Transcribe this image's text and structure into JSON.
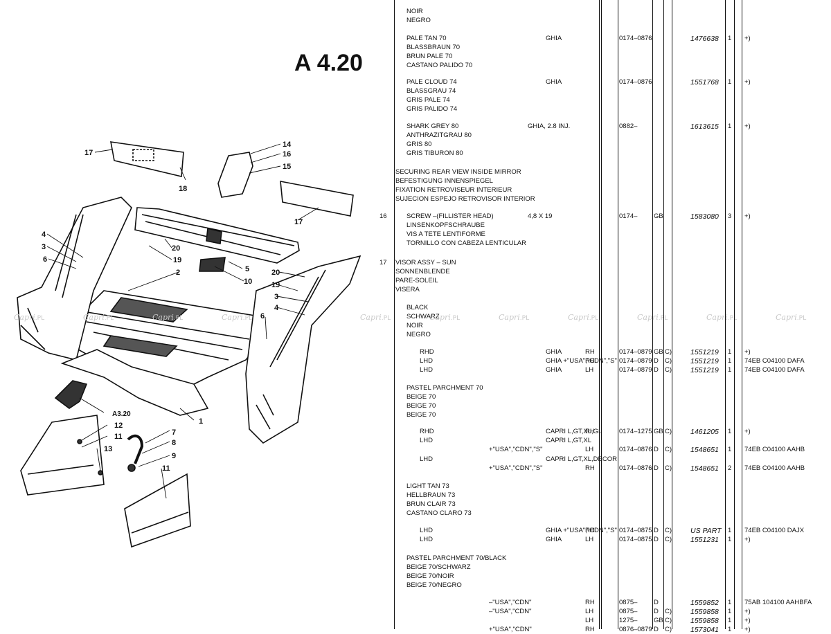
{
  "section_code": "A 4.20",
  "figure_ref": "A3.20",
  "callouts": [
    "1",
    "2",
    "3",
    "4",
    "5",
    "6",
    "7",
    "8",
    "9",
    "10",
    "11",
    "12",
    "13",
    "14",
    "15",
    "16",
    "17",
    "18",
    "19",
    "20"
  ],
  "watermark": {
    "brand": "Capri",
    "suffix": ".PL"
  },
  "parts_list": {
    "lines": [
      {
        "text": "NOIR",
        "col": "desc",
        "row": 0
      },
      {
        "text": "NEGRO",
        "col": "desc",
        "row": 1
      },
      {
        "text": "PALE TAN 70",
        "col": "desc",
        "row": 2
      },
      {
        "text": "GHIA",
        "col": "model",
        "row": 2
      },
      {
        "text": "0174–0876",
        "col": "date",
        "row": 2
      },
      {
        "text": "1476638",
        "col": "partno",
        "row": 2
      },
      {
        "text": "1",
        "col": "qty",
        "row": 2
      },
      {
        "text": "+)",
        "col": "note",
        "row": 2
      },
      {
        "text": "BLASSBRAUN 70",
        "col": "desc",
        "row": 3
      },
      {
        "text": "BRUN PALE 70",
        "col": "desc",
        "row": 4
      },
      {
        "text": "CASTANO PALIDO 70",
        "col": "desc",
        "row": 5
      },
      {
        "text": "PALE CLOUD 74",
        "col": "desc",
        "row": 6
      },
      {
        "text": "GHIA",
        "col": "model",
        "row": 6
      },
      {
        "text": "0174–0876",
        "col": "date",
        "row": 6
      },
      {
        "text": "1551768",
        "col": "partno",
        "row": 6
      },
      {
        "text": "1",
        "col": "qty",
        "row": 6
      },
      {
        "text": "+)",
        "col": "note",
        "row": 6
      },
      {
        "text": "BLASSGRAU 74",
        "col": "desc",
        "row": 7
      },
      {
        "text": "GRIS PALE 74",
        "col": "desc",
        "row": 8
      },
      {
        "text": "GRIS PALIDO 74",
        "col": "desc",
        "row": 9
      },
      {
        "text": "SHARK GREY 80",
        "col": "desc",
        "row": 10
      },
      {
        "text": "GHIA, 2.8 INJ.",
        "col": "model2",
        "row": 10
      },
      {
        "text": "0882–",
        "col": "date",
        "row": 10
      },
      {
        "text": "1613615",
        "col": "partno",
        "row": 10
      },
      {
        "text": "1",
        "col": "qty",
        "row": 10
      },
      {
        "text": "+)",
        "col": "note",
        "row": 10
      },
      {
        "text": "ANTHRAZITGRAU 80",
        "col": "desc",
        "row": 11
      },
      {
        "text": "GRIS 80",
        "col": "desc",
        "row": 12
      },
      {
        "text": "GRIS TIBURON 80",
        "col": "desc",
        "row": 13
      },
      {
        "text": "SECURING REAR VIEW INSIDE MIRROR",
        "col": "head",
        "row": 14
      },
      {
        "text": "BEFESTIGUNG INNENSPIEGEL",
        "col": "head",
        "row": 15
      },
      {
        "text": "FIXATION RETROVISEUR INTERIEUR",
        "col": "head",
        "row": 16
      },
      {
        "text": "SUJECION ESPEJO RETROVISOR INTERIOR",
        "col": "head",
        "row": 17
      },
      {
        "text": "16",
        "col": "ref",
        "row": 18
      },
      {
        "text": "SCREW –(FILLISTER HEAD)",
        "col": "desc",
        "row": 18
      },
      {
        "text": "4,8 X 19",
        "col": "model2",
        "row": 18
      },
      {
        "text": "0174–",
        "col": "date",
        "row": 18
      },
      {
        "text": "GB",
        "col": "cty",
        "row": 18
      },
      {
        "text": "1583080",
        "col": "partno",
        "row": 18
      },
      {
        "text": "3",
        "col": "qty",
        "row": 18
      },
      {
        "text": "+)",
        "col": "note",
        "row": 18
      },
      {
        "text": "LINSENKOPFSCHRAUBE",
        "col": "desc",
        "row": 19
      },
      {
        "text": "VIS A TETE LENTIFORME",
        "col": "desc",
        "row": 20
      },
      {
        "text": "TORNILLO CON CABEZA LENTICULAR",
        "col": "desc",
        "row": 21
      },
      {
        "text": "17",
        "col": "ref",
        "row": 22
      },
      {
        "text": "VISOR ASSY – SUN",
        "col": "head",
        "row": 22
      },
      {
        "text": "SONNENBLENDE",
        "col": "head",
        "row": 23
      },
      {
        "text": "PARE-SOLEIL",
        "col": "head",
        "row": 24
      },
      {
        "text": "VISERA",
        "col": "head",
        "row": 25
      },
      {
        "text": "BLACK",
        "col": "desc",
        "row": 26
      },
      {
        "text": "SCHWARZ",
        "col": "desc",
        "row": 27
      },
      {
        "text": "NOIR",
        "col": "desc",
        "row": 28
      },
      {
        "text": "NEGRO",
        "col": "desc",
        "row": 29
      },
      {
        "text": "RHD",
        "col": "drive",
        "row": 30
      },
      {
        "text": "GHIA",
        "col": "model",
        "row": 30
      },
      {
        "text": "RH",
        "col": "side",
        "row": 30
      },
      {
        "text": "0174–0879",
        "col": "date",
        "row": 30
      },
      {
        "text": "GB",
        "col": "cty",
        "row": 30
      },
      {
        "text": "C)",
        "col": "c",
        "row": 30
      },
      {
        "text": "1551219",
        "col": "partno",
        "row": 30
      },
      {
        "text": "1",
        "col": "qty",
        "row": 30
      },
      {
        "text": "+)",
        "col": "note",
        "row": 30
      },
      {
        "text": "LHD",
        "col": "drive",
        "row": 31
      },
      {
        "text": "GHIA +\"USA\",\"CDN\",\"S\"",
        "col": "model",
        "row": 31
      },
      {
        "text": "RH",
        "col": "side",
        "row": 31
      },
      {
        "text": "0174–0879",
        "col": "date",
        "row": 31
      },
      {
        "text": "D",
        "col": "cty",
        "row": 31
      },
      {
        "text": "C)",
        "col": "c",
        "row": 31
      },
      {
        "text": "1551219",
        "col": "partno",
        "row": 31
      },
      {
        "text": "1",
        "col": "qty",
        "row": 31
      },
      {
        "text": "74EB C04100 DAFA",
        "col": "note",
        "row": 31
      },
      {
        "text": "LHD",
        "col": "drive",
        "row": 32
      },
      {
        "text": "GHIA",
        "col": "model",
        "row": 32
      },
      {
        "text": "LH",
        "col": "side",
        "row": 32
      },
      {
        "text": "0174–0879",
        "col": "date",
        "row": 32
      },
      {
        "text": "D",
        "col": "cty",
        "row": 32
      },
      {
        "text": "C)",
        "col": "c",
        "row": 32
      },
      {
        "text": "1551219",
        "col": "partno",
        "row": 32
      },
      {
        "text": "1",
        "col": "qty",
        "row": 32
      },
      {
        "text": "74EB C04100 DAFA",
        "col": "note",
        "row": 32
      },
      {
        "text": "PASTEL PARCHMENT 70",
        "col": "desc",
        "row": 33
      },
      {
        "text": "BEIGE 70",
        "col": "desc",
        "row": 34
      },
      {
        "text": "BEIGE 70",
        "col": "desc",
        "row": 35
      },
      {
        "text": "BEIGE 70",
        "col": "desc",
        "row": 36
      },
      {
        "text": "RHD",
        "col": "drive",
        "row": 37
      },
      {
        "text": "CAPRI L,GT,XL,GL",
        "col": "model",
        "row": 37
      },
      {
        "text": "RH",
        "col": "side",
        "row": 37
      },
      {
        "text": "0174–1275",
        "col": "date",
        "row": 37
      },
      {
        "text": "GB",
        "col": "cty",
        "row": 37
      },
      {
        "text": "C)",
        "col": "c",
        "row": 37
      },
      {
        "text": "1461205",
        "col": "partno",
        "row": 37
      },
      {
        "text": "1",
        "col": "qty",
        "row": 37
      },
      {
        "text": "+)",
        "col": "note",
        "row": 37
      },
      {
        "text": "LHD",
        "col": "drive",
        "row": 38
      },
      {
        "text": "CAPRI L,GT,XL",
        "col": "model",
        "row": 38
      },
      {
        "text": "+\"USA\",\"CDN\",\"S\"",
        "col": "model_indent",
        "row": 39
      },
      {
        "text": "LH",
        "col": "side",
        "row": 39
      },
      {
        "text": "0174–0876",
        "col": "date",
        "row": 39
      },
      {
        "text": "D",
        "col": "cty",
        "row": 39
      },
      {
        "text": "C)",
        "col": "c",
        "row": 39
      },
      {
        "text": "1548651",
        "col": "partno",
        "row": 39
      },
      {
        "text": "1",
        "col": "qty",
        "row": 39
      },
      {
        "text": "74EB C04100 AAHB",
        "col": "note",
        "row": 39
      },
      {
        "text": "LHD",
        "col": "drive",
        "row": 40
      },
      {
        "text": "CAPRI L,GT,XL,DECOR",
        "col": "model",
        "row": 40
      },
      {
        "text": "+\"USA\",\"CDN\",\"S\"",
        "col": "model_indent",
        "row": 41
      },
      {
        "text": "RH",
        "col": "side",
        "row": 41
      },
      {
        "text": "0174–0876",
        "col": "date",
        "row": 41
      },
      {
        "text": "D",
        "col": "cty",
        "row": 41
      },
      {
        "text": "C)",
        "col": "c",
        "row": 41
      },
      {
        "text": "1548651",
        "col": "partno",
        "row": 41
      },
      {
        "text": "2",
        "col": "qty",
        "row": 41
      },
      {
        "text": "74EB C04100 AAHB",
        "col": "note",
        "row": 41
      },
      {
        "text": "LIGHT TAN 73",
        "col": "desc",
        "row": 42
      },
      {
        "text": "HELLBRAUN 73",
        "col": "desc",
        "row": 43
      },
      {
        "text": "BRUN CLAIR 73",
        "col": "desc",
        "row": 44
      },
      {
        "text": "CASTANO CLARO 73",
        "col": "desc",
        "row": 45
      },
      {
        "text": "LHD",
        "col": "drive",
        "row": 46
      },
      {
        "text": "GHIA +\"USA\",\"CDN\",\"S\"",
        "col": "model",
        "row": 46
      },
      {
        "text": "RH",
        "col": "side",
        "row": 46
      },
      {
        "text": "0174–0875",
        "col": "date",
        "row": 46
      },
      {
        "text": "D",
        "col": "cty",
        "row": 46
      },
      {
        "text": "C)",
        "col": "c",
        "row": 46
      },
      {
        "text": "US PART",
        "col": "partno",
        "row": 46
      },
      {
        "text": "1",
        "col": "qty",
        "row": 46
      },
      {
        "text": "74EB C04100 DAJX",
        "col": "note",
        "row": 46
      },
      {
        "text": "LHD",
        "col": "drive",
        "row": 47
      },
      {
        "text": "GHIA",
        "col": "model",
        "row": 47
      },
      {
        "text": "LH",
        "col": "side",
        "row": 47
      },
      {
        "text": "0174–0875",
        "col": "date",
        "row": 47
      },
      {
        "text": "D",
        "col": "cty",
        "row": 47
      },
      {
        "text": "C)",
        "col": "c",
        "row": 47
      },
      {
        "text": "1551231",
        "col": "partno",
        "row": 47
      },
      {
        "text": "1",
        "col": "qty",
        "row": 47
      },
      {
        "text": "+)",
        "col": "note",
        "row": 47
      },
      {
        "text": "PASTEL PARCHMENT 70/BLACK",
        "col": "desc",
        "row": 48
      },
      {
        "text": "BEIGE 70/SCHWARZ",
        "col": "desc",
        "row": 49
      },
      {
        "text": "BEIGE 70/NOIR",
        "col": "desc",
        "row": 50
      },
      {
        "text": "BEIGE 70/NEGRO",
        "col": "desc",
        "row": 51
      },
      {
        "text": "–\"USA\",\"CDN\"",
        "col": "model_indent2",
        "row": 52
      },
      {
        "text": "RH",
        "col": "side",
        "row": 52
      },
      {
        "text": "0875–",
        "col": "date",
        "row": 52
      },
      {
        "text": "D",
        "col": "cty",
        "row": 52
      },
      {
        "text": "1559852",
        "col": "partno",
        "row": 52
      },
      {
        "text": "1",
        "col": "qty",
        "row": 52
      },
      {
        "text": "75AB 104100 AAHBFA",
        "col": "note",
        "row": 52
      },
      {
        "text": "–\"USA\",\"CDN\"",
        "col": "model_indent2",
        "row": 53
      },
      {
        "text": "LH",
        "col": "side",
        "row": 53
      },
      {
        "text": "0875–",
        "col": "date",
        "row": 53
      },
      {
        "text": "D",
        "col": "cty",
        "row": 53
      },
      {
        "text": "C)",
        "col": "c",
        "row": 53
      },
      {
        "text": "1559858",
        "col": "partno",
        "row": 53
      },
      {
        "text": "1",
        "col": "qty",
        "row": 53
      },
      {
        "text": "+)",
        "col": "note",
        "row": 53
      },
      {
        "text": "LH",
        "col": "side",
        "row": 54
      },
      {
        "text": "1275–",
        "col": "date",
        "row": 54
      },
      {
        "text": "GB",
        "col": "cty",
        "row": 54
      },
      {
        "text": "C)",
        "col": "c",
        "row": 54
      },
      {
        "text": "1559858",
        "col": "partno",
        "row": 54
      },
      {
        "text": "1",
        "col": "qty",
        "row": 54
      },
      {
        "text": "+)",
        "col": "note",
        "row": 54
      },
      {
        "text": "+\"USA\",\"CDN\"",
        "col": "model_indent2",
        "row": 55
      },
      {
        "text": "RH",
        "col": "side",
        "row": 55
      },
      {
        "text": "0876–0879",
        "col": "date",
        "row": 55
      },
      {
        "text": "D",
        "col": "cty",
        "row": 55
      },
      {
        "text": "C)",
        "col": "c",
        "row": 55
      },
      {
        "text": "1573041",
        "col": "partno",
        "row": 55
      },
      {
        "text": "1",
        "col": "qty",
        "row": 55
      },
      {
        "text": "+)",
        "col": "note",
        "row": 55
      }
    ]
  }
}
